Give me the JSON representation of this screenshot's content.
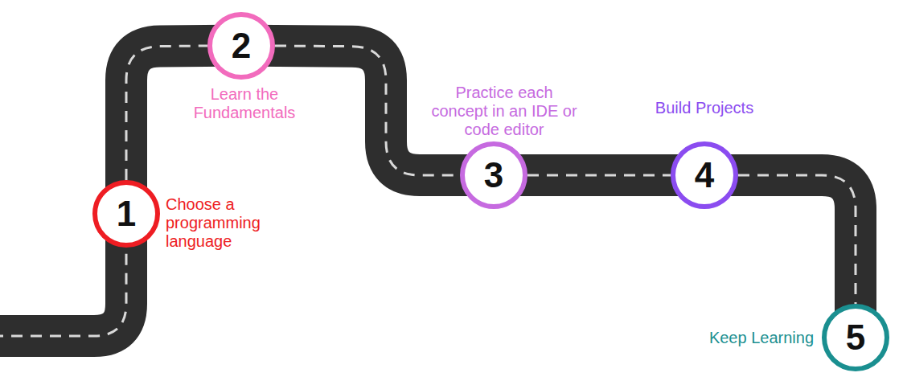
{
  "diagram": {
    "nodes": [
      {
        "text": [
          "1",
          "Choose a programming language"
        ]
      },
      {
        "text": [
          "2",
          "Learn the Fundamentals"
        ]
      },
      {
        "text": [
          "3",
          "Practice each concept in an IDE or code editor"
        ]
      },
      {
        "text": [
          "4",
          "Build Projects"
        ]
      },
      {
        "text": [
          "5",
          "Keep Learning"
        ]
      }
    ],
    "edges": [
      {
        "from": 0,
        "to": 1,
        "arrow": "none"
      },
      {
        "from": 1,
        "to": 2,
        "arrow": "none"
      },
      {
        "from": 2,
        "to": 3,
        "arrow": "none"
      },
      {
        "from": 3,
        "to": 4,
        "arrow": "none"
      }
    ]
  }
}
